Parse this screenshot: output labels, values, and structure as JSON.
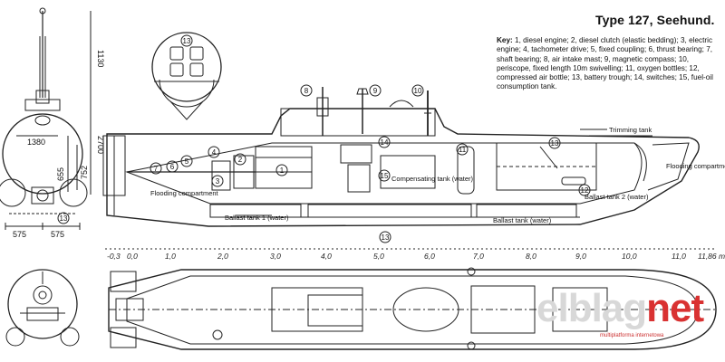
{
  "title": "Type 127, Seehund.",
  "key": {
    "heading": "Key:",
    "text": "1, diesel engine; 2, diesel clutch (elastic bedding); 3, electric engine; 4, tachometer drive; 5, fixed coupling; 6, thrust bearing; 7, shaft bearing; 8, air intake mast; 9, magnetic compass; 10, periscope, fixed length 10m swivelling; 11, oxygen bottles; 12, compressed air bottle; 13, battery trough; 14, switches; 15, fuel-oil consumption tank."
  },
  "labels": {
    "trimming_tank": "Trimming tank",
    "flooding_compartment_fwd": "Flooding compartment",
    "flooding_compartment_aft": "Flooding compartment",
    "compensating_tank": "Compensating tank (water)",
    "ballast_tank_1": "Ballast tank 1 (water)",
    "ballast_tank_2": "Ballast tank 2 (water)",
    "ballast_tank_3": "Ballast tank (water)"
  },
  "dimensions": {
    "height": "1130",
    "mid_height": "2700",
    "d1": "1380",
    "d2": "655",
    "d3": "752",
    "w1": "575",
    "w2": "575"
  },
  "scale": [
    "-0,3",
    "0,0",
    "1,0",
    "2,0",
    "3,0",
    "4,0",
    "5,0",
    "6,0",
    "7,0",
    "8,0",
    "9,0",
    "10,0",
    "11,0",
    "11,86 m"
  ],
  "callouts": [
    "1",
    "2",
    "3",
    "4",
    "5",
    "6",
    "7",
    "8",
    "9",
    "10",
    "11",
    "12",
    "13",
    "14",
    "15"
  ],
  "watermark": {
    "word": "elblag",
    "suffix": "net",
    "subtitle": "multiplatforma internetowa"
  }
}
